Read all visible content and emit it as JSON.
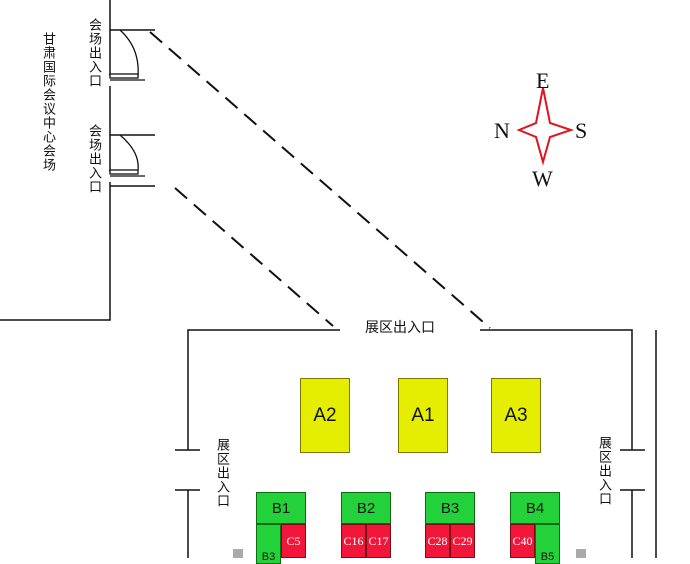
{
  "venue": {
    "hall_name": "甘肃国际会议中心会场",
    "hall_exit_top": "会场出入口",
    "hall_exit_bottom": "会场出入口"
  },
  "exhibition": {
    "main_entrance": "展区出入口",
    "left_entrance": "展区出入口",
    "right_entrance": "展区出入口"
  },
  "compass": {
    "east": "E",
    "west": "W",
    "north": "N",
    "south": "S",
    "color": "#e0141e"
  },
  "booths": {
    "a_row": [
      "A2",
      "A1",
      "A3"
    ],
    "b_row": [
      "B1",
      "B2",
      "B3",
      "B4"
    ],
    "c_row": [
      "C5",
      "C16",
      "C17",
      "C28",
      "C29",
      "C40"
    ],
    "partial": [
      "B3",
      "B5"
    ]
  },
  "colors": {
    "a_booth": "#e6ee00",
    "b_booth": "#23d23a",
    "c_booth": "#f2163a"
  }
}
